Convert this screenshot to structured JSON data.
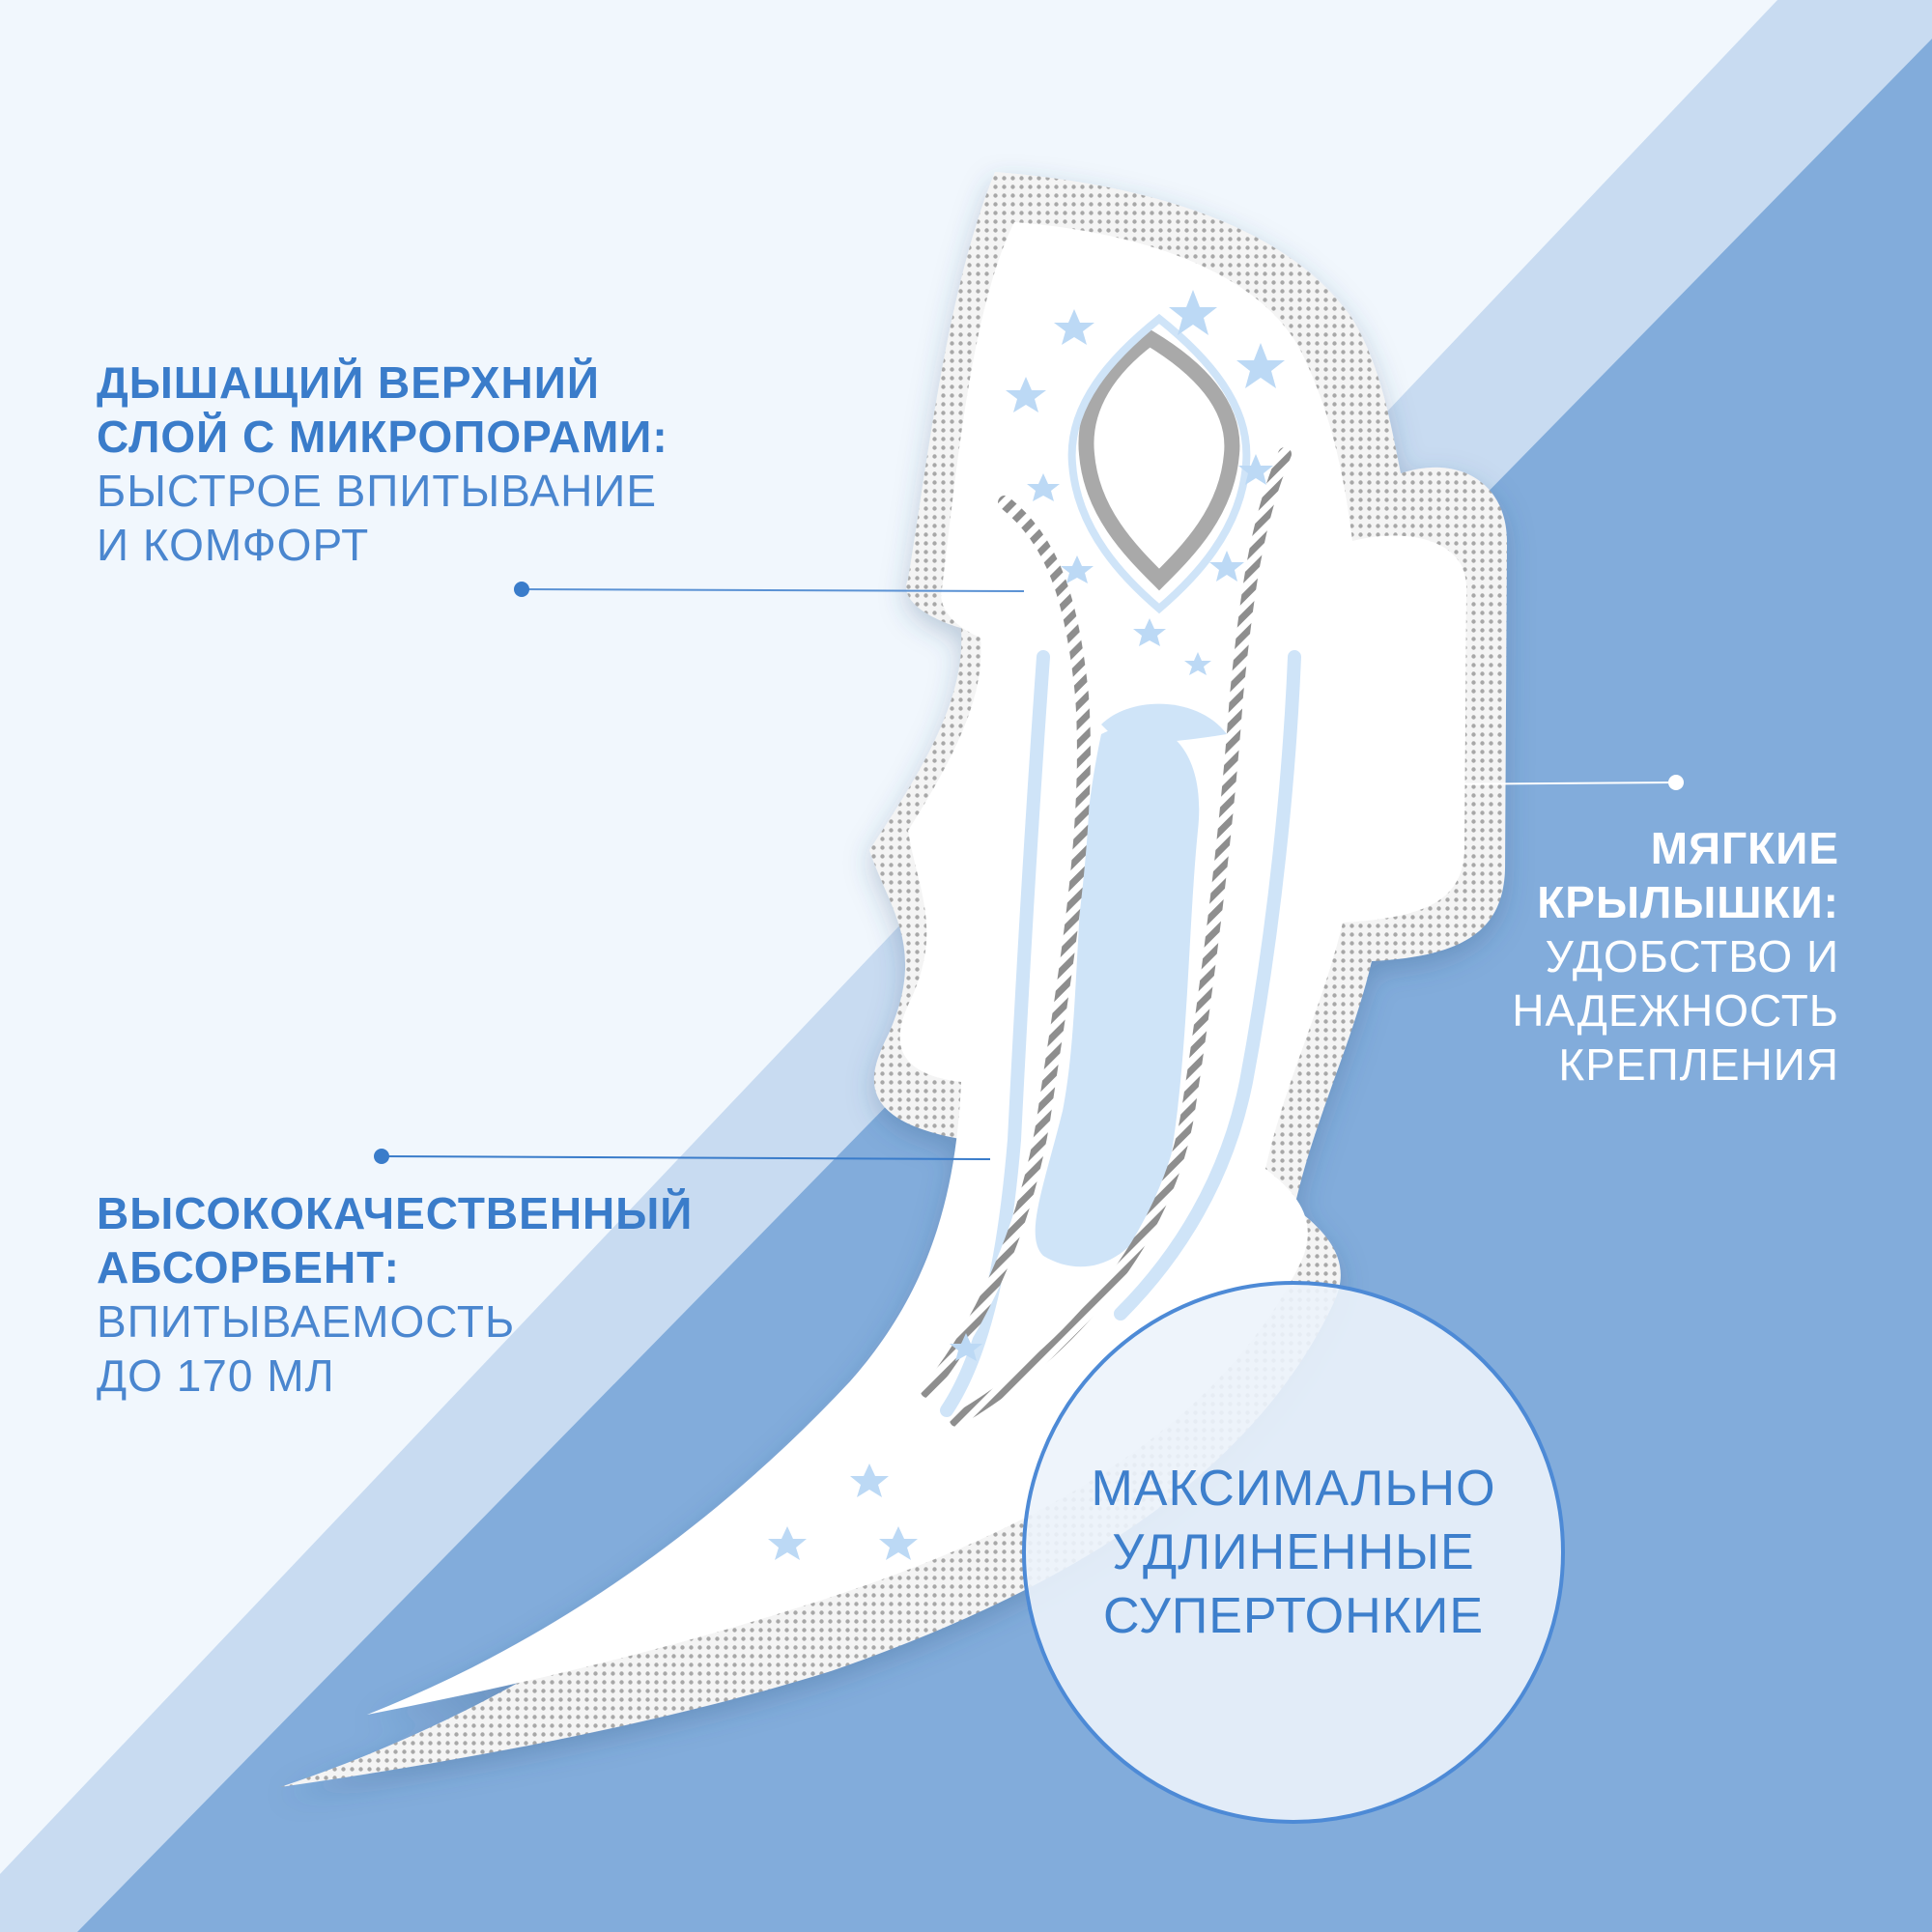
{
  "callouts": {
    "top_sheet": {
      "heading_line1": "Дышащий верхний",
      "heading_line2": "слой с микропорами:",
      "sub_line1": "быстрое впитывание",
      "sub_line2": "и комфорт"
    },
    "wings": {
      "heading_line1": "Мягкие",
      "heading_line2": "крылышки:",
      "sub_line1": "удобство и",
      "sub_line2": "надежность",
      "sub_line3": "крепления"
    },
    "absorbent": {
      "heading_line1": "Высококачественный",
      "heading_line2": "абсорбент:",
      "sub_line1": "впитываемость",
      "sub_line2": "до 170 мл"
    }
  },
  "badge": {
    "line1": "Максимально",
    "line2": "удлиненные",
    "line3": "супертонкие"
  },
  "colors": {
    "background_light": "#f1f7fd",
    "background_blue": "#82acdb",
    "stripe_light_blue": "#c8dbf1",
    "accent_blue": "#3a7cca",
    "pad_blue_pattern": "#cfe4f8"
  },
  "icons": [
    "star-icon",
    "tulip-logo-icon",
    "callout-dot-icon"
  ]
}
